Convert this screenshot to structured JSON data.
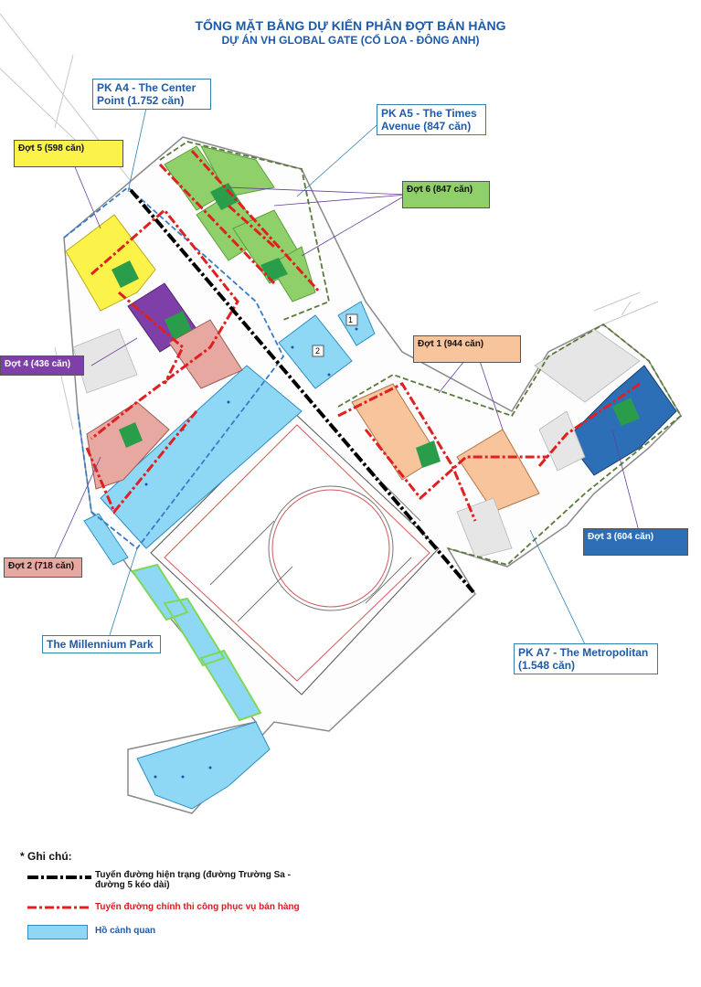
{
  "title": "TỔNG MẶT BẰNG DỰ KIẾN PHÂN ĐỢT BÁN HÀNG",
  "subtitle": "DỰ ÁN VH GLOBAL GATE (CỔ LOA - ĐÔNG ANH)",
  "zones": {
    "a4": "PK A4 - The Center Point (1.752 căn)",
    "a5": "PK A5 - The Times Avenue (847 căn)",
    "a7": "PK A7 - The Metropolitan (1.548 căn)",
    "park": "The Millennium Park"
  },
  "phases": {
    "p1": "Đợt 1 (944 căn)",
    "p2": "Đợt 2 (718 căn)",
    "p3": "Đợt 3 (604 căn)",
    "p4": "Đợt 4 (436 căn)",
    "p5": "Đợt 5 (598 căn)",
    "p6": "Đợt 6 (847 căn)"
  },
  "markers": {
    "m1": "1",
    "m2": "2"
  },
  "legend": {
    "heading": "* Ghi chú:",
    "existing_road": "Tuyến đường hiện trạng (đường Trường Sa - đường 5 kéo dài)",
    "sales_road": "Tuyến đường chính thi công phục vụ bán hàng",
    "lake": "Hồ cảnh quan"
  },
  "colors": {
    "title": "#1f5aa6",
    "phase1": "#f8c49c",
    "phase2": "#e8a8a2",
    "phase3": "#2c6fb6",
    "phase4": "#7e3fa8",
    "phase5": "#fbf24a",
    "phase6": "#8fd06a",
    "lake": "#8fd8f5",
    "sales_road": "#e02020",
    "existing_road": "#000000",
    "sales_road_text": "#d02020"
  }
}
